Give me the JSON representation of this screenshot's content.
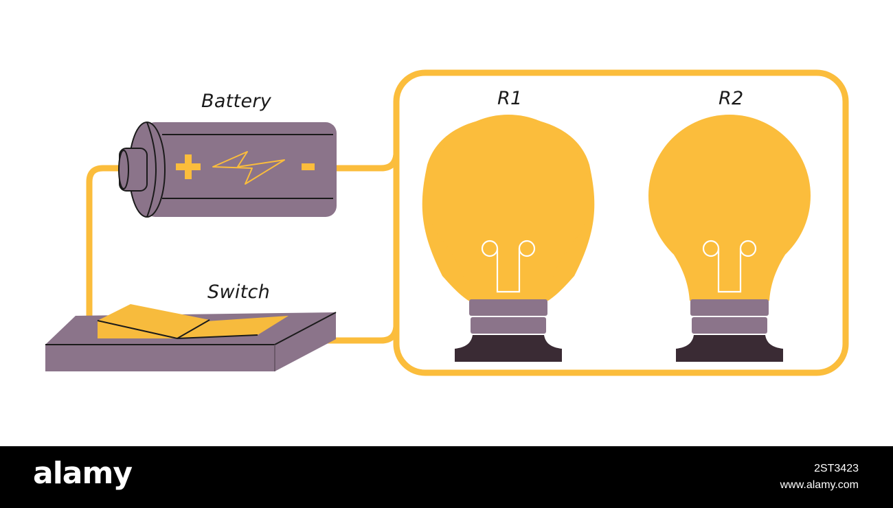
{
  "labels": {
    "battery": "Battery",
    "switch": "Switch",
    "r1": "R1",
    "r2": "R2"
  },
  "battery": {
    "plus_symbol": "+",
    "minus_symbol": "-"
  },
  "footer": {
    "logo": "alamy",
    "image_id": "2ST3423",
    "site": "www.alamy.com"
  },
  "colors": {
    "wire": "#fbbd3c",
    "battery_body": "#8b748a",
    "bulb_glass": "#fbbd3c",
    "bulb_base": "#8b748a",
    "bulb_foot": "#3a2b34",
    "switch_lever": "#f7bb3d"
  },
  "icons": [
    "battery-icon",
    "switch-icon",
    "light-bulb-icon"
  ]
}
